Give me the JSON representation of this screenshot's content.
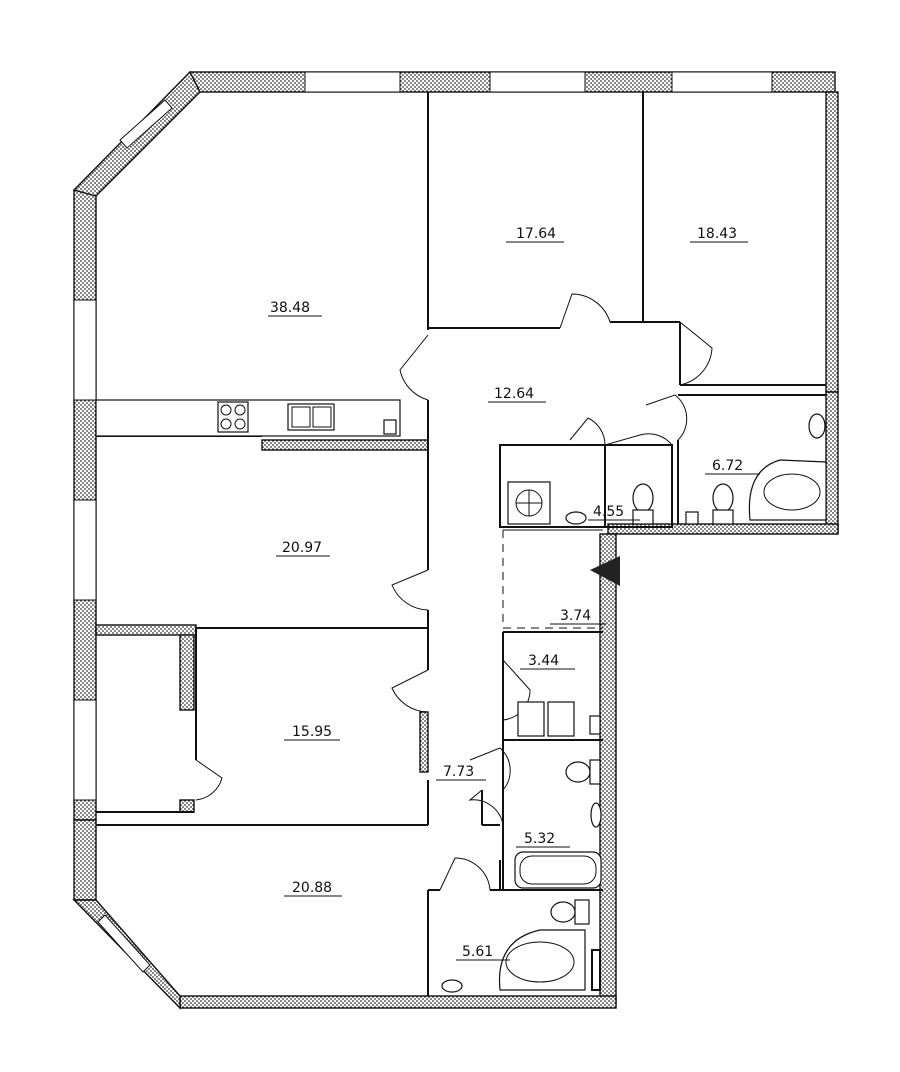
{
  "rooms": [
    {
      "id": "living-kitchen",
      "area": "38.48"
    },
    {
      "id": "bedroom-1",
      "area": "17.64"
    },
    {
      "id": "bedroom-2",
      "area": "18.43"
    },
    {
      "id": "hall",
      "area": "12.64"
    },
    {
      "id": "bathroom-master",
      "area": "6.72"
    },
    {
      "id": "wc-1",
      "area": "4.55"
    },
    {
      "id": "room-left-middle",
      "area": "20.97"
    },
    {
      "id": "corridor",
      "area": "3.74"
    },
    {
      "id": "laundry",
      "area": "3.44"
    },
    {
      "id": "room-15",
      "area": "15.95"
    },
    {
      "id": "vestibule",
      "area": "7.73"
    },
    {
      "id": "bathroom-2",
      "area": "5.32"
    },
    {
      "id": "room-bottom",
      "area": "20.88"
    },
    {
      "id": "bathroom-3",
      "area": "5.61"
    }
  ],
  "colors": {
    "line": "#111111",
    "background": "#ffffff"
  },
  "icons": {
    "entrance": "entrance-arrow-icon"
  }
}
